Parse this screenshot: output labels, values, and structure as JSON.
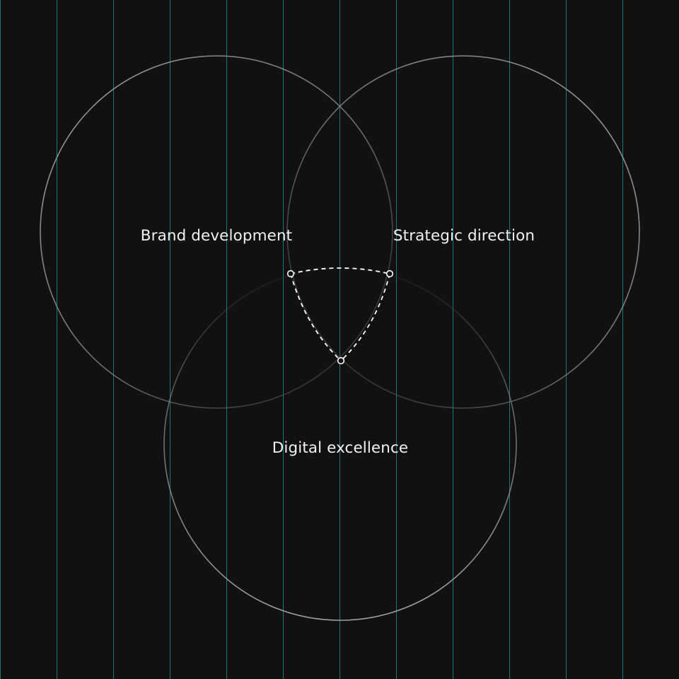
{
  "colors": {
    "background": "#111111",
    "grid_line": "#1f8a90",
    "circle_stroke": "#8a8a8a",
    "label_text": "#f2f2f2",
    "connector": "#ffffff",
    "node_fill": "#111111"
  },
  "venn": {
    "circles": [
      {
        "id": "brand",
        "label": "Brand development"
      },
      {
        "id": "strategy",
        "label": "Strategic direction"
      },
      {
        "id": "digital",
        "label": "Digital excellence"
      }
    ],
    "center_triangle": {
      "style": "dashed",
      "nodes": 3
    }
  }
}
